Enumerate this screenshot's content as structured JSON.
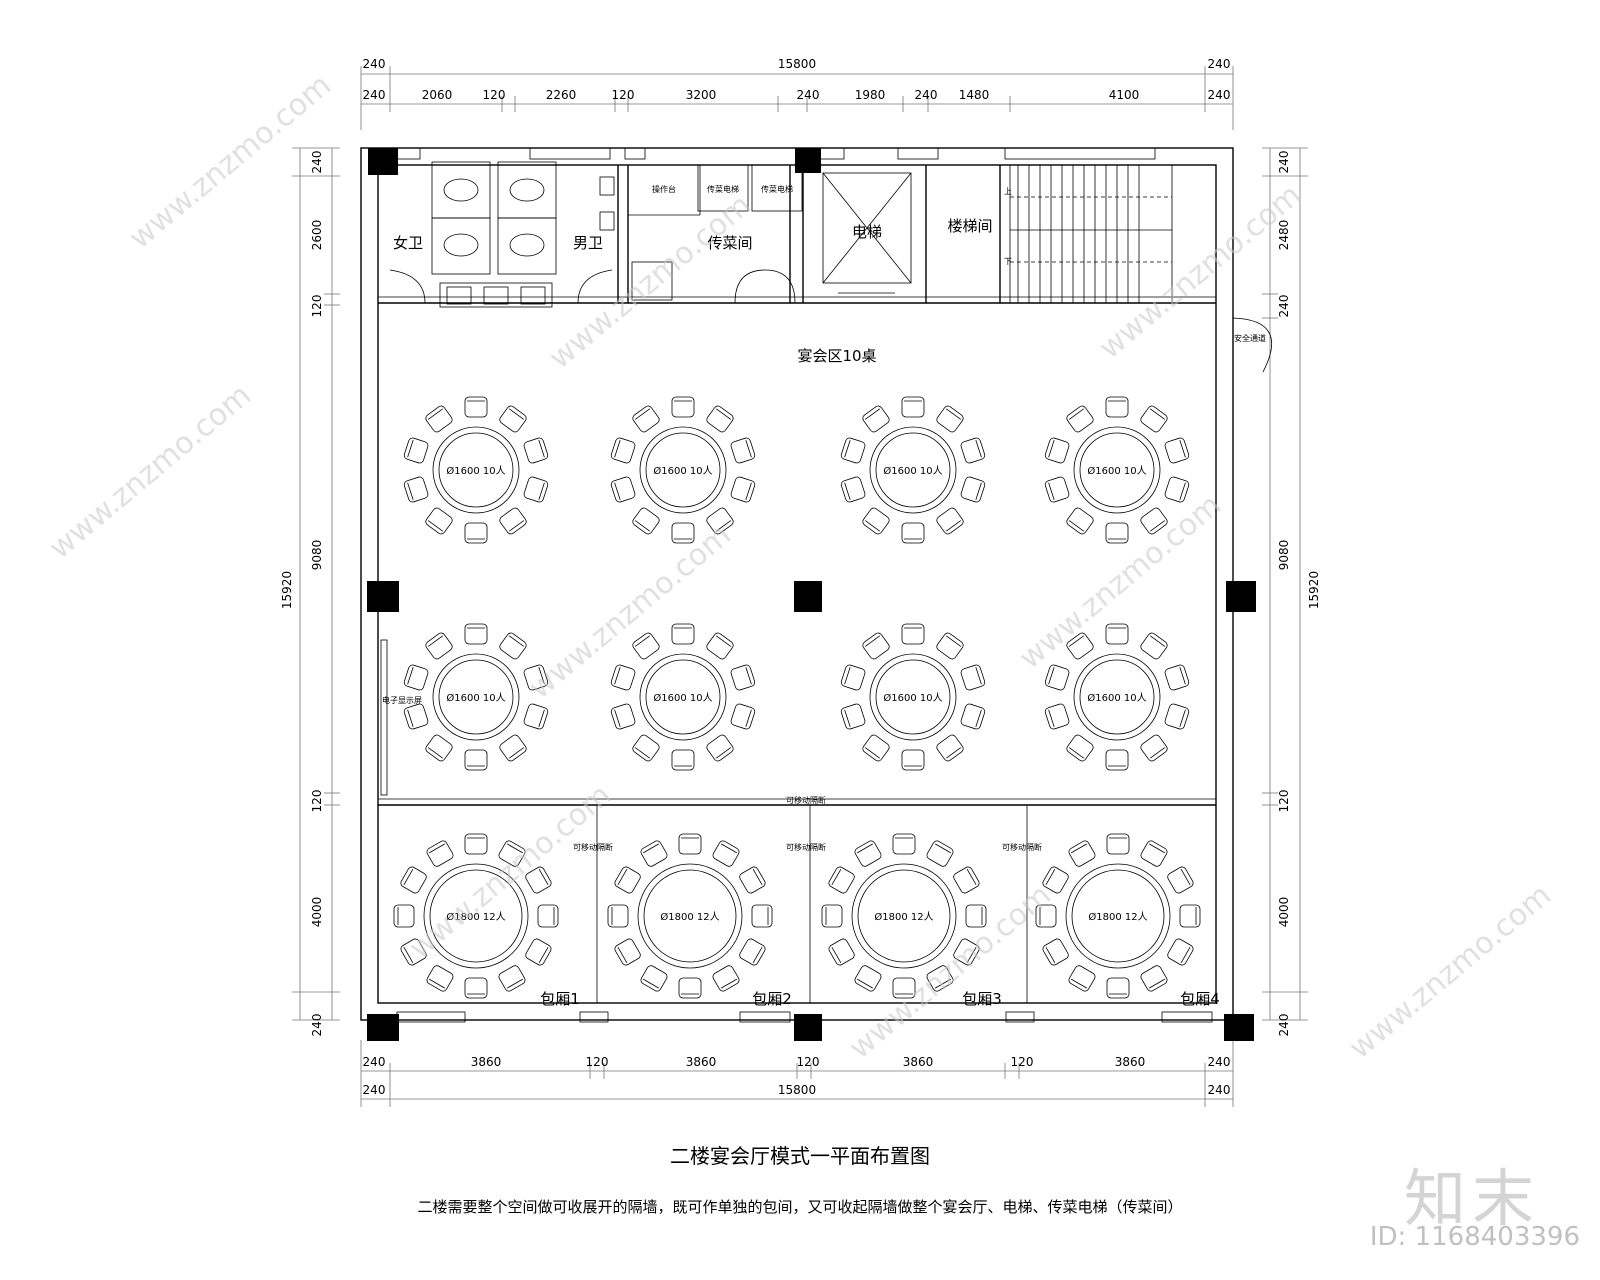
{
  "dims": {
    "top_total": [
      "240",
      "15800",
      "240"
    ],
    "top_detail": [
      "240",
      "2060",
      "120",
      "2260",
      "120",
      "3200",
      "240",
      "1980",
      "240",
      "1480",
      "4100",
      "240"
    ],
    "bottom_detail": [
      "240",
      "3860",
      "120",
      "3860",
      "120",
      "3860",
      "120",
      "3860",
      "240"
    ],
    "bottom_total": [
      "240",
      "15800",
      "240"
    ],
    "left_detail": [
      "240",
      "2600",
      "120",
      "9080",
      "120",
      "4000",
      "240"
    ],
    "left_total": "15920",
    "right_detail": [
      "240",
      "2480",
      "240",
      "9080",
      "120",
      "4000",
      "240"
    ],
    "right_total": "15920"
  },
  "rooms": {
    "womens_wc": "女卫",
    "mens_wc": "男卫",
    "serving_room": "传菜间",
    "elevator": "电梯",
    "stairwell": "楼梯间",
    "banquet_area": "宴会区10桌",
    "private_rooms": [
      "包厢1",
      "包厢2",
      "包厢3",
      "包厢4"
    ]
  },
  "small_labels": {
    "work_counter": "操作台",
    "dumbwaiter_1": "传菜电梯",
    "dumbwaiter_2": "传菜电梯",
    "emergency_exit": "安全通道",
    "display_screen": "电子显示屏",
    "movable_partition": "可移动隔断",
    "stair_up": "上",
    "stair_down": "下"
  },
  "tables": {
    "main_label": "Ø1600 10人",
    "main_count": 8,
    "private_label": "Ø1800 12人",
    "private_count": 4
  },
  "title": "二楼宴会厅模式一平面布置图",
  "note": "二楼需要整个空间做可收展开的隔墙，既可作单独的包间，又可收起隔墙做整个宴会厅、电梯、传菜电梯（传菜间）",
  "watermark": "www.znzmo.com",
  "brand": "知末",
  "image_id": "ID: 1168403396"
}
